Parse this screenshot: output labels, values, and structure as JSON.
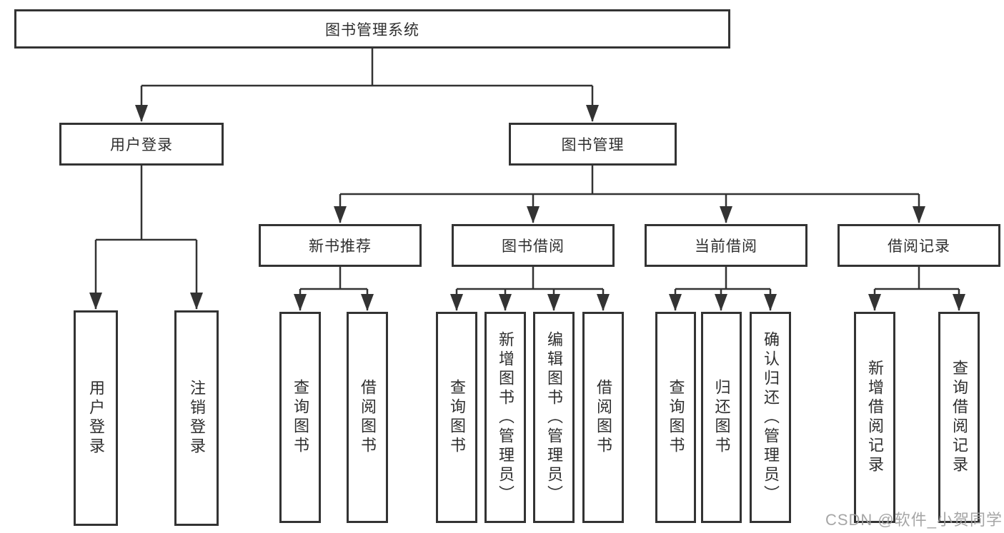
{
  "page": {
    "watermark": "CSDN @软件_小贺同学"
  },
  "colors": {
    "line": "#333333",
    "box_border": "#333333",
    "text": "#2f2f2f",
    "watermark": "#9e9e9e",
    "background": "#ffffff"
  },
  "tree": {
    "root": {
      "label": "图书管理系统"
    },
    "level2": [
      {
        "label": "用户登录"
      },
      {
        "label": "图书管理"
      }
    ],
    "level3": [
      {
        "label": "新书推荐"
      },
      {
        "label": "图书借阅"
      },
      {
        "label": "当前借阅"
      },
      {
        "label": "借阅记录"
      }
    ],
    "leaves_user": [
      "用户登录",
      "注销登录"
    ],
    "leaves_new_books": [
      "查询图书",
      "借阅图书"
    ],
    "leaves_book_borrow": [
      "查询图书",
      "新增图书（管理员）",
      "编辑图书（管理员）",
      "借阅图书"
    ],
    "leaves_current_borrow": [
      "查询图书",
      "归还图书",
      "确认归还（管理员）"
    ],
    "leaves_borrow_records": [
      "新增借阅记录",
      "查询借阅记录"
    ]
  }
}
